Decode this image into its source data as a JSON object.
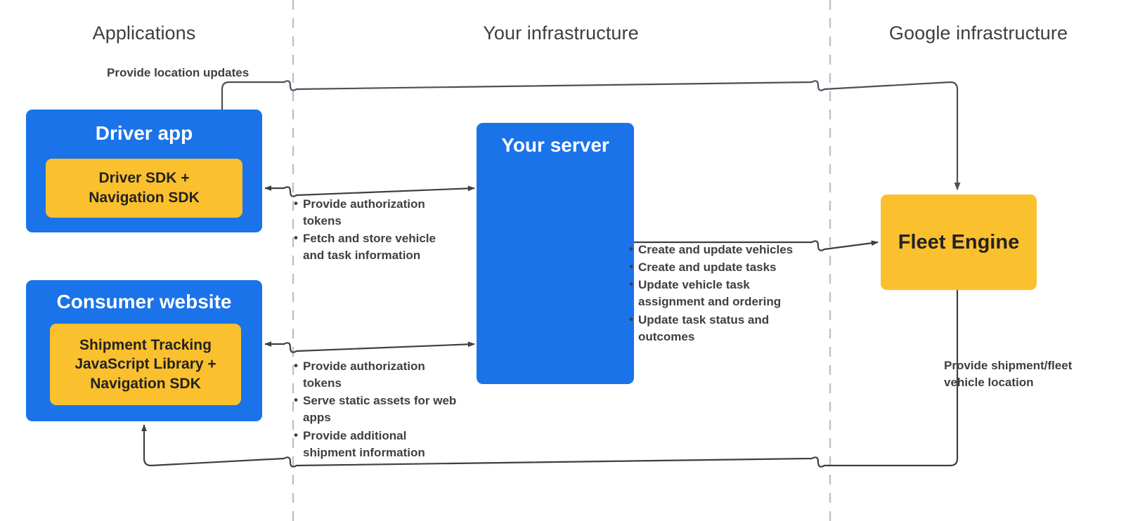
{
  "columns": [
    {
      "name": "applications",
      "label": "Applications"
    },
    {
      "name": "your-infrastructure",
      "label": "Your infrastructure"
    },
    {
      "name": "google-infrastructure",
      "label": "Google infrastructure"
    }
  ],
  "nodes": {
    "driver_app": {
      "title": "Driver app",
      "inner_label": "Driver SDK +\nNavigation SDK",
      "color": "#1a73e8",
      "inner_color": "#fbc02d"
    },
    "consumer_website": {
      "title": "Consumer website",
      "inner_label": "Shipment Tracking\nJavaScript Library  +\nNavigation SDK",
      "color": "#1a73e8",
      "inner_color": "#fbc02d"
    },
    "your_server": {
      "title": "Your server",
      "color": "#1a73e8"
    },
    "fleet_engine": {
      "title": "Fleet Engine",
      "color": "#fbc02d"
    }
  },
  "edges": {
    "driver_to_fleet_engine": {
      "label": "Provide location updates",
      "direction": "driver-app-to-fleet-engine"
    },
    "driver_app_server": {
      "direction": "bidirectional",
      "bullets": [
        "Provide authorization tokens",
        "Fetch and store vehicle and task information"
      ]
    },
    "consumer_server": {
      "direction": "bidirectional",
      "bullets": [
        "Provide authorization tokens",
        "Serve static assets for web apps",
        "Provide additional shipment information"
      ]
    },
    "server_to_fleet_engine": {
      "direction": "server-to-fleet-engine",
      "bullets": [
        "Create and update vehicles",
        "Create and update tasks",
        "Update vehicle task assignment and ordering",
        "Update task status and outcomes"
      ]
    },
    "fleet_engine_to_consumer": {
      "label": "Provide shipment/fleet vehicle location",
      "direction": "fleet-engine-to-consumer-website"
    }
  },
  "colors": {
    "blue": "#1a73e8",
    "yellow": "#fbc02d",
    "text_dark": "#3c4043",
    "text_on_yellow": "#232323",
    "divider": "#bdc1c6",
    "connector": "#4a5059"
  }
}
